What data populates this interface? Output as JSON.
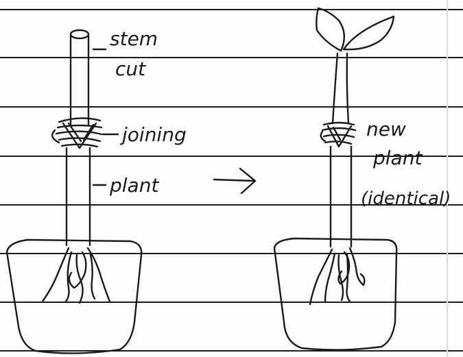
{
  "labels": {
    "stem_cut": [
      "stem",
      "cut"
    ],
    "joining": "joining",
    "plant": "plant",
    "new_plant": [
      "new",
      "plant",
      "(identical)"
    ]
  },
  "symbols": {
    "arrow": "→"
  },
  "colors": {
    "paper": "#fdfdfb",
    "ink": "#1a1a1a",
    "rule_line": "#1c1c1c",
    "margin_line": "#cfe3ea"
  }
}
